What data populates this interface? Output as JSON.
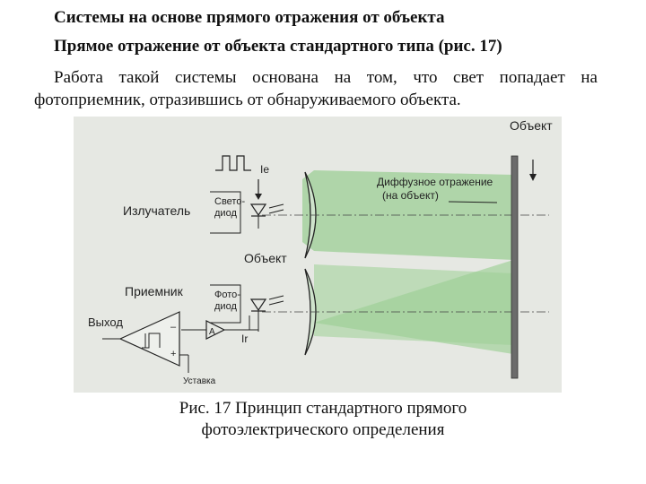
{
  "document": {
    "heading1": "Системы на основе прямого отражения от объекта",
    "heading2": "Прямое отражение от объекта стандартного типа (рис. 17)",
    "paragraph": "Работа такой системы основана на том, что свет попадает на фотоприемник, отразившись от обнаруживаемого объекта.",
    "caption": "Рис. 17 Принцип стандартного прямого фотоэлектрического определения"
  },
  "figure": {
    "object_label": "Объект",
    "object_middle_label": "Объект",
    "ie_label": "Ie",
    "emitter_label": "Излучатель",
    "led_label_line1": "Свето-",
    "led_label_line2": "диод",
    "diffuse_line1": "Диффузное отражение",
    "diffuse_line2": "(на объект)",
    "receiver_label": "Приемник",
    "photo_label_line1": "Фото-",
    "photo_label_line2": "диод",
    "output_label": "Выход",
    "amp_label": "A",
    "ir_label": "Ir",
    "setpoint_label": "Уставка",
    "minus_sign": "–",
    "plus_sign": "+",
    "colors": {
      "background": "#e6e8e3",
      "beam": "#9ccf95",
      "object_bar": "#6b6b6b",
      "line": "#222222"
    }
  }
}
